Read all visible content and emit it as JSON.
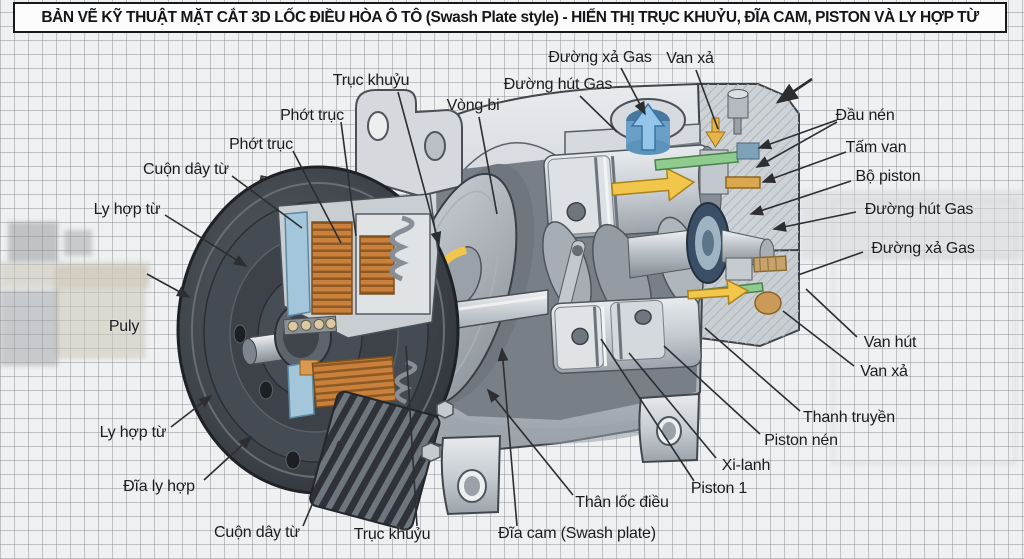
{
  "title": "BẢN VẼ KỸ THUẬT MẶT CẮT 3D LỐC ĐIỀU HÒA Ô TÔ (Swash Plate style) - HIỂN THỊ TRỤC KHUỶU, ĐĨA CAM, PISTON VÀ LY HỢP TỪ",
  "colors": {
    "accent_arrow_yellow": "#f2c64a",
    "accent_arrow_blue": "#93c6e8",
    "valve_green": "#8fca8f",
    "valve_orange": "#d9a850",
    "copper_coil": "#c8803c",
    "pulley_dark": "#3b4046",
    "label_text": "#1a1b1e",
    "grid_background": "#eef0f1"
  },
  "labels": [
    {
      "id": "phot-truc-1",
      "text": "Phớt trục"
    },
    {
      "id": "phot-truc-2",
      "text": "Phớt trục"
    },
    {
      "id": "cuon-day-tu-top",
      "text": "Cuộn dây từ"
    },
    {
      "id": "ly-hop-tu-top",
      "text": "Ly hợp từ"
    },
    {
      "id": "puly",
      "text": "Puly"
    },
    {
      "id": "ly-hop-tu-bottom",
      "text": "Ly hợp từ"
    },
    {
      "id": "dia-ly-hop",
      "text": "Đĩa ly hợp"
    },
    {
      "id": "cuon-day-tu-bottom",
      "text": "Cuộn dây từ"
    },
    {
      "id": "truc-khuyu-bottom",
      "text": "Trục khuỷu"
    },
    {
      "id": "dia-cam",
      "text": "Đĩa cam (Swash plate)"
    },
    {
      "id": "than-loc-dieu",
      "text": "Thân lốc điều"
    },
    {
      "id": "piston-1",
      "text": "Piston 1"
    },
    {
      "id": "xi-lanh",
      "text": "Xi-lanh"
    },
    {
      "id": "piston-nen",
      "text": "Piston nén"
    },
    {
      "id": "thanh-truyen",
      "text": "Thanh truyền"
    },
    {
      "id": "van-xa-bottom",
      "text": "Van xả"
    },
    {
      "id": "van-hut-bottom",
      "text": "Van hút"
    },
    {
      "id": "duong-xa-gas-right",
      "text": "Đường xả Gas"
    },
    {
      "id": "duong-hut-gas-right",
      "text": "Đường hút Gas"
    },
    {
      "id": "bo-piston",
      "text": "Bộ piston"
    },
    {
      "id": "tam-van",
      "text": "Tấm van"
    },
    {
      "id": "dau-nen",
      "text": "Đầu nén"
    },
    {
      "id": "van-xa-top",
      "text": "Van xả"
    },
    {
      "id": "duong-xa-gas-top",
      "text": "Đường xả Gas"
    },
    {
      "id": "duong-hut-gas-top",
      "text": "Đường hút Gas"
    },
    {
      "id": "vong-bi",
      "text": "Vòng bi"
    },
    {
      "id": "truc-khuyu-top",
      "text": "Trục khuỷu"
    }
  ],
  "illustration": {
    "flow_arrows": [
      {
        "name": "discharge-flow-arrow",
        "direction": "up"
      },
      {
        "name": "suction-flow-arrow",
        "direction": "right"
      },
      {
        "name": "compression-flow-arrow",
        "direction": "right"
      },
      {
        "name": "valve-flow-arrow",
        "direction": "down"
      },
      {
        "name": "rotation-arrow",
        "direction": "counterclockwise"
      }
    ]
  }
}
